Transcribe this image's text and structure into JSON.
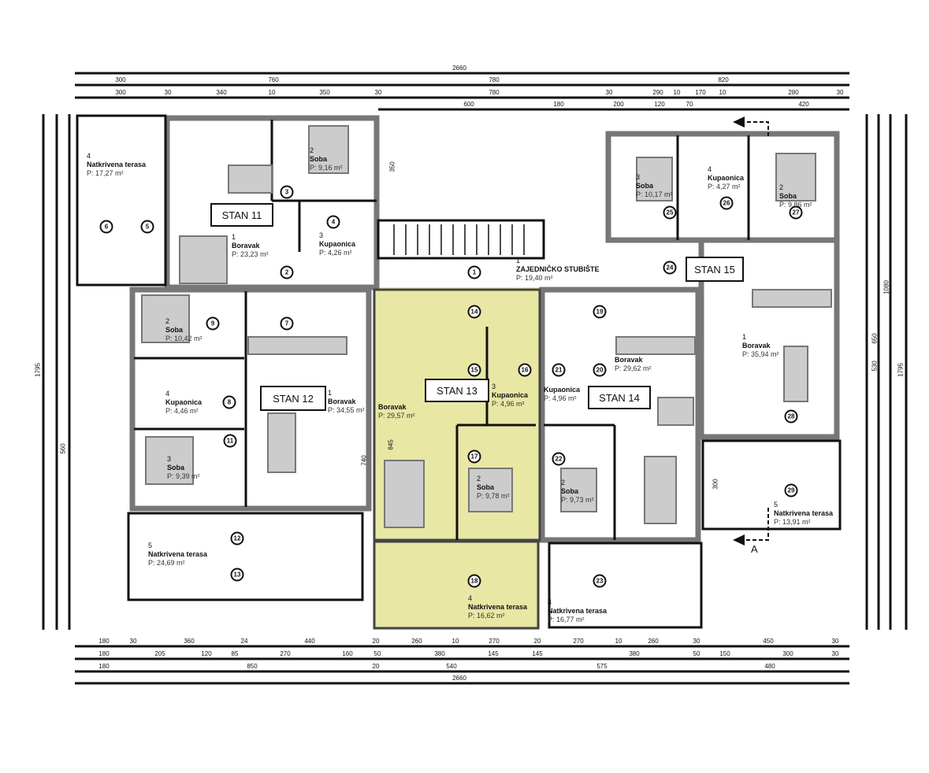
{
  "apartments": [
    "STAN 11",
    "STAN 12",
    "STAN 13",
    "STAN 14",
    "STAN 15"
  ],
  "highlight_color": "#e6e49a",
  "rooms": [
    {
      "num": "4",
      "name": "Natkrivena terasa",
      "area": "P: 17,27 m²"
    },
    {
      "num": "2",
      "name": "Soba",
      "area": "P: 9,16 m²"
    },
    {
      "num": "3",
      "name": "Kupaonica",
      "area": "P: 4,26 m²"
    },
    {
      "num": "1",
      "name": "Boravak",
      "area": "P: 23,23 m²"
    },
    {
      "num": "1",
      "name": "ZAJEDNIČKO STUBIŠTE",
      "area": "P: 19,40 m²"
    },
    {
      "num": "3",
      "name": "Soba",
      "area": "P: 10,17 m²"
    },
    {
      "num": "4",
      "name": "Kupaonica",
      "area": "P: 4,27 m²"
    },
    {
      "num": "2",
      "name": "Soba",
      "area": "P: 9,86 m²"
    },
    {
      "num": "1",
      "name": "Boravak",
      "area": "P: 35,94 m²"
    },
    {
      "num": "2",
      "name": "Soba",
      "area": "P: 10,42 m²"
    },
    {
      "num": "4",
      "name": "Kupaonica",
      "area": "P: 4,46 m²"
    },
    {
      "num": "3",
      "name": "Soba",
      "area": "P: 9,39 m²"
    },
    {
      "num": "1",
      "name": "Boravak",
      "area": "P: 34,55 m²"
    },
    {
      "num": "",
      "name": "Boravak",
      "area": "P: 29,57 m²"
    },
    {
      "num": "3",
      "name": "Kupaonica",
      "area": "P: 4,96 m²"
    },
    {
      "num": "",
      "name": "Kupaonica",
      "area": "P: 4,96 m²"
    },
    {
      "num": "",
      "name": "Boravak",
      "area": "P: 29,62 m²"
    },
    {
      "num": "2",
      "name": "Soba",
      "area": "P: 9,78 m²"
    },
    {
      "num": "2",
      "name": "Soba",
      "area": "P: 9,73 m²"
    },
    {
      "num": "5",
      "name": "Natkrivena terasa",
      "area": "P: 24,69 m²"
    },
    {
      "num": "4",
      "name": "Natkrivena terasa",
      "area": "P: 16,62 m²"
    },
    {
      "num": "4",
      "name": "Natkrivena terasa",
      "area": "P: 16,77 m²"
    },
    {
      "num": "5",
      "name": "Natkrivena terasa",
      "area": "P: 13,91 m²"
    }
  ],
  "markers": [
    "1",
    "2",
    "3",
    "4",
    "5",
    "6",
    "7",
    "8",
    "9",
    "11",
    "12",
    "13",
    "14",
    "15",
    "16",
    "17",
    "18",
    "19",
    "20",
    "21",
    "22",
    "23",
    "24",
    "25",
    "26",
    "27",
    "28",
    "29"
  ],
  "section_label": "A",
  "dimensions": {
    "top": [
      "2660",
      "300",
      "760",
      "780",
      "820",
      "300",
      "30",
      "340",
      "10",
      "350",
      "30",
      "780",
      "30",
      "290",
      "10",
      "170",
      "10",
      "280",
      "30",
      "600",
      "180",
      "200",
      "120",
      "70",
      "420"
    ],
    "bottom": [
      "180",
      "30",
      "360",
      "24",
      "440",
      "20",
      "260",
      "10",
      "270",
      "20",
      "270",
      "10",
      "260",
      "30",
      "450",
      "30",
      "180",
      "205",
      "120",
      "85",
      "270",
      "160",
      "50",
      "380",
      "145",
      "145",
      "380",
      "50",
      "150",
      "300",
      "30",
      "180",
      "850",
      "20",
      "540",
      "575",
      "480",
      "2660"
    ],
    "side": [
      "1795",
      "1795",
      "1080",
      "650",
      "530",
      "560",
      "300",
      "350",
      "740",
      "845"
    ]
  }
}
